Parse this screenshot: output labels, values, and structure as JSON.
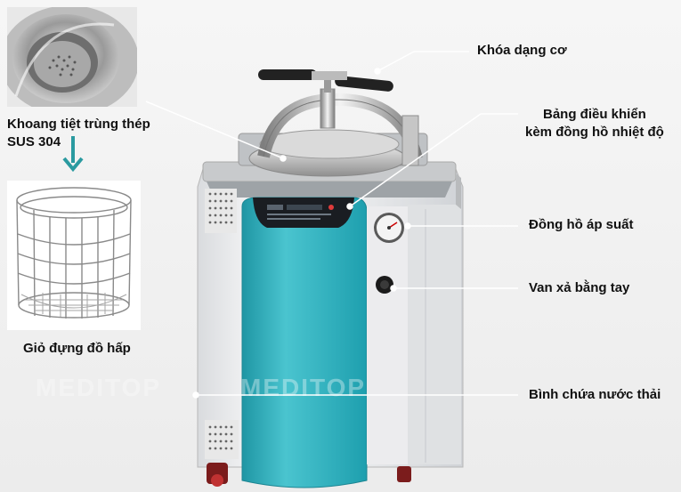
{
  "labels": {
    "chamber_line1": "Khoang tiệt trùng thép",
    "chamber_line2": "SUS 304",
    "basket": "Giỏ đựng đồ hấp",
    "lock": "Khóa dạng cơ",
    "panel_line1": "Bảng điều khiển",
    "panel_line2": "kèm đồng hồ nhiệt độ",
    "pressure_gauge": "Đồng hồ áp suất",
    "valve": "Van xả bằng tay",
    "tank": "Bình chứa nước thải"
  },
  "watermark": "MEDITOP",
  "colors": {
    "body_teal": "#2fb1bf",
    "arrow_teal": "#2a9aa0",
    "line": "#ffffff"
  }
}
